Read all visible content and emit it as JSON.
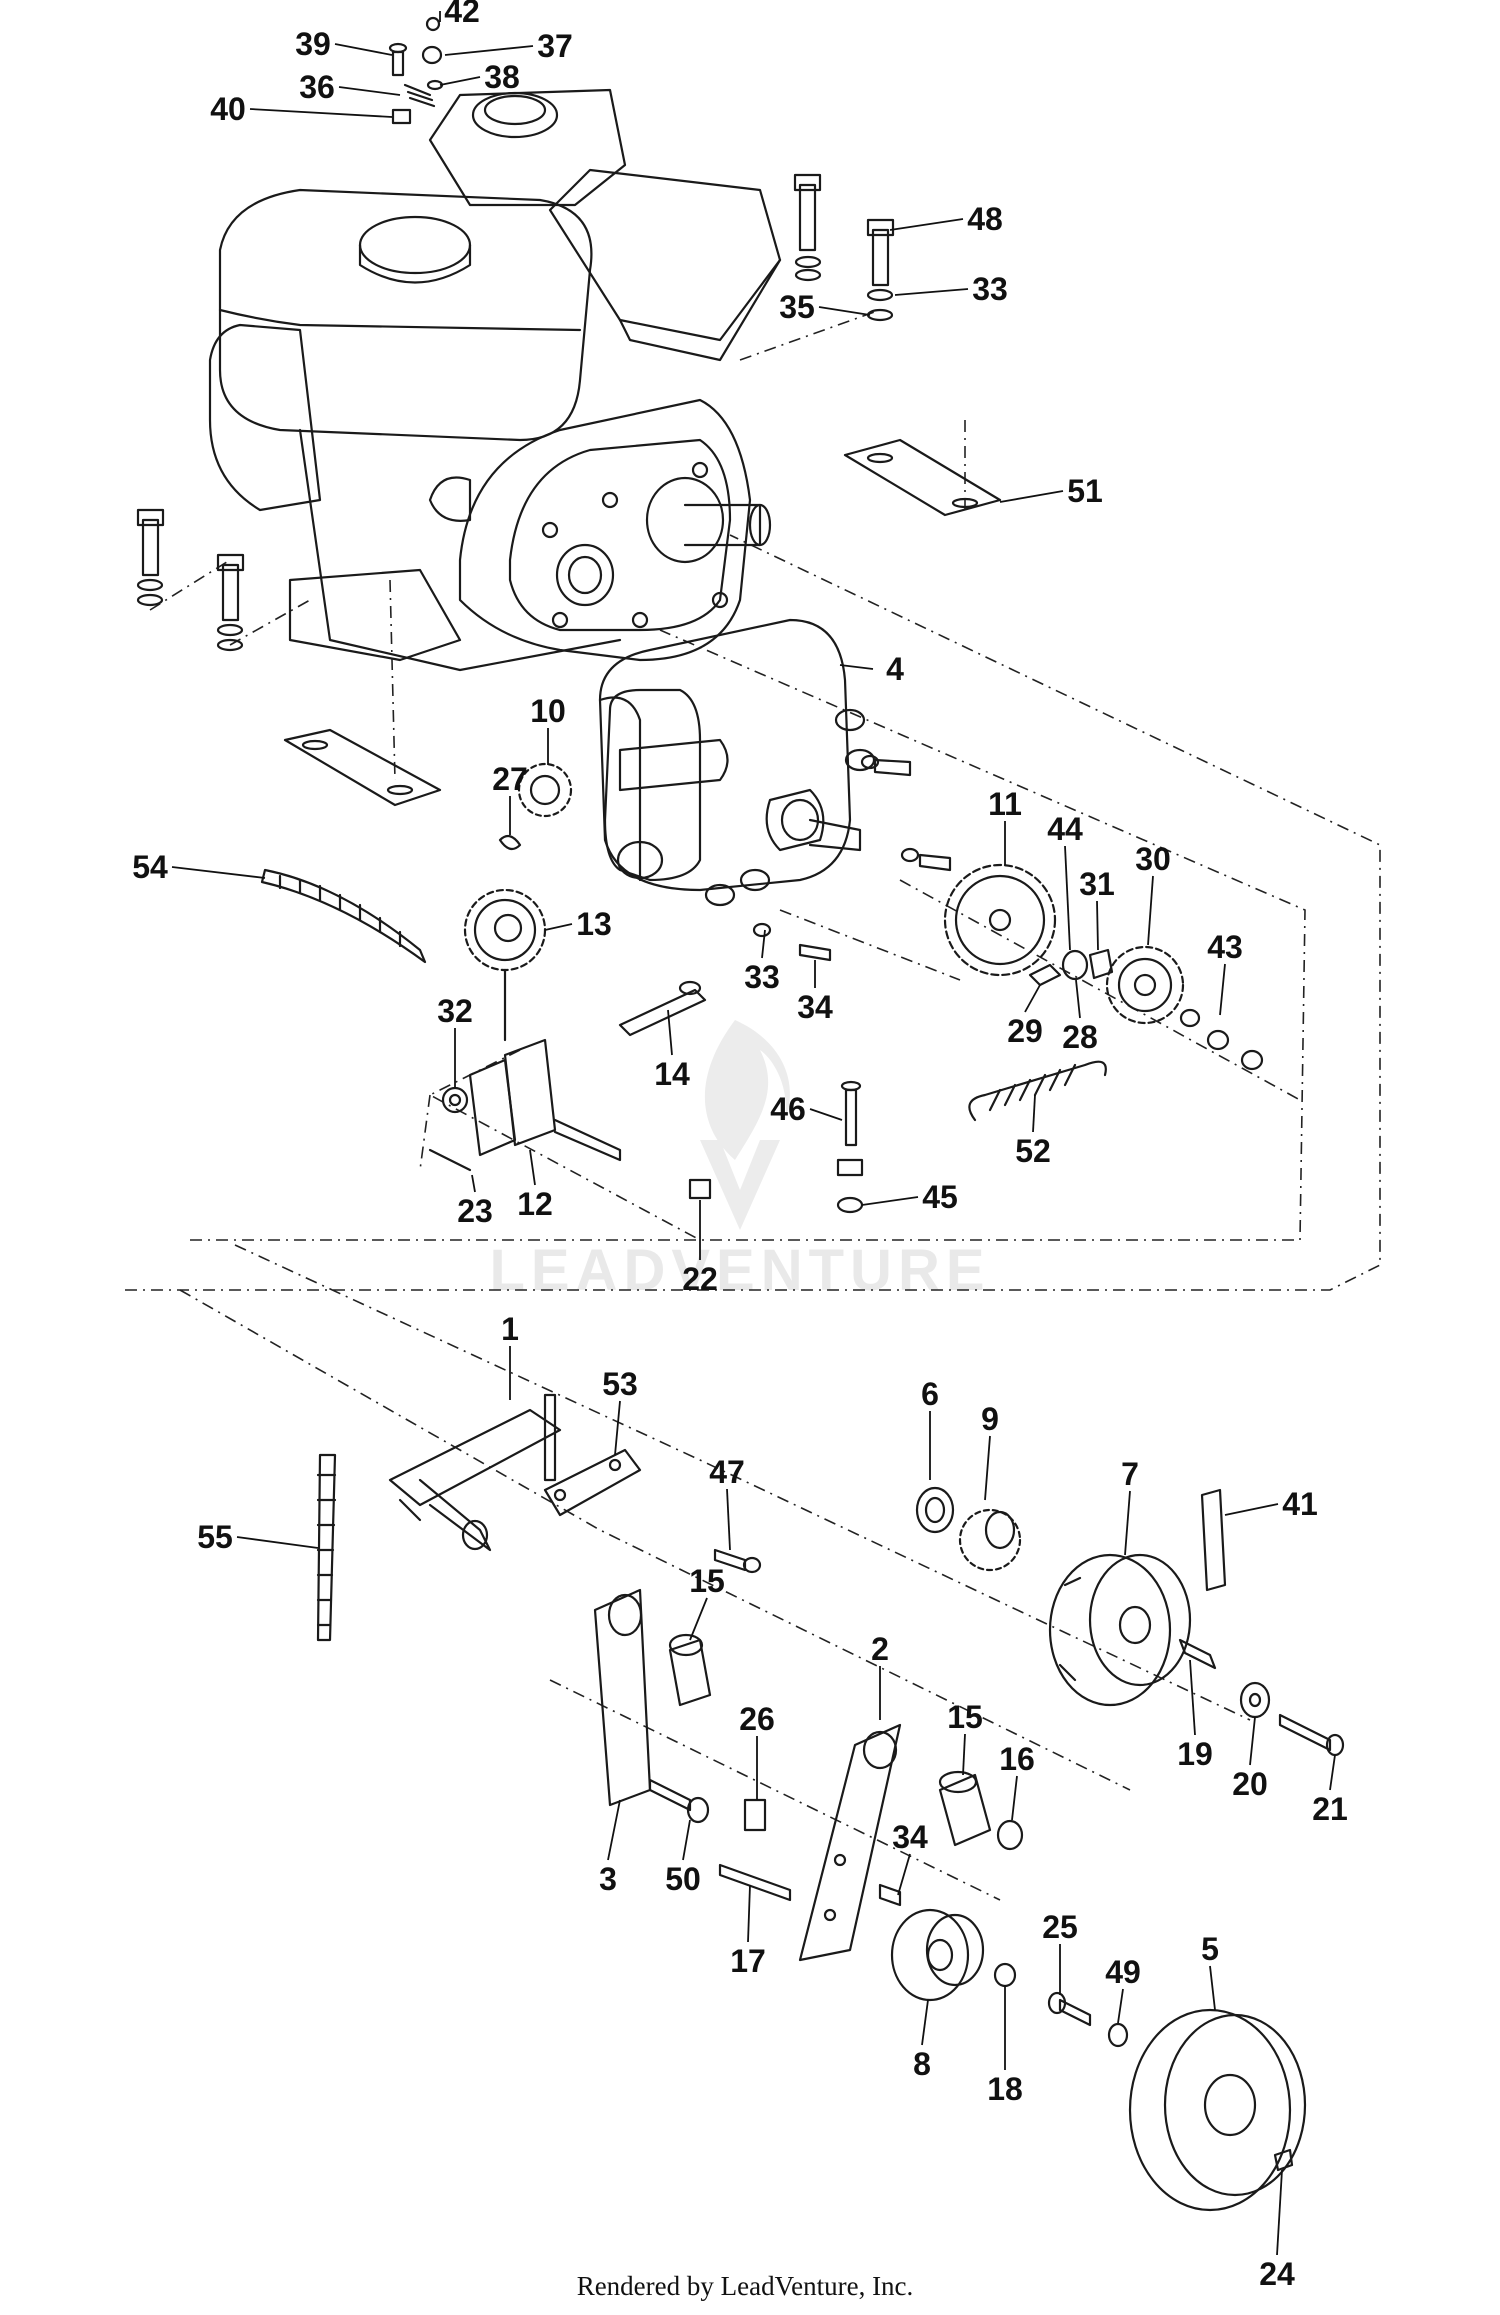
{
  "watermark": "LEADVENTURE",
  "footer": "Rendered by LeadVenture, Inc.",
  "callouts": [
    {
      "id": "1",
      "label": "1"
    },
    {
      "id": "2",
      "label": "2"
    },
    {
      "id": "3",
      "label": "3"
    },
    {
      "id": "4",
      "label": "4"
    },
    {
      "id": "5",
      "label": "5"
    },
    {
      "id": "6",
      "label": "6"
    },
    {
      "id": "7",
      "label": "7"
    },
    {
      "id": "8",
      "label": "8"
    },
    {
      "id": "9",
      "label": "9"
    },
    {
      "id": "10",
      "label": "10"
    },
    {
      "id": "11",
      "label": "11"
    },
    {
      "id": "12",
      "label": "12"
    },
    {
      "id": "13",
      "label": "13"
    },
    {
      "id": "14",
      "label": "14"
    },
    {
      "id": "15a",
      "label": "15"
    },
    {
      "id": "15b",
      "label": "15"
    },
    {
      "id": "16",
      "label": "16"
    },
    {
      "id": "17",
      "label": "17"
    },
    {
      "id": "18",
      "label": "18"
    },
    {
      "id": "19",
      "label": "19"
    },
    {
      "id": "20",
      "label": "20"
    },
    {
      "id": "21",
      "label": "21"
    },
    {
      "id": "22",
      "label": "22"
    },
    {
      "id": "23",
      "label": "23"
    },
    {
      "id": "24",
      "label": "24"
    },
    {
      "id": "25",
      "label": "25"
    },
    {
      "id": "26",
      "label": "26"
    },
    {
      "id": "27",
      "label": "27"
    },
    {
      "id": "28",
      "label": "28"
    },
    {
      "id": "29",
      "label": "29"
    },
    {
      "id": "30",
      "label": "30"
    },
    {
      "id": "31",
      "label": "31"
    },
    {
      "id": "32",
      "label": "32"
    },
    {
      "id": "33a",
      "label": "33"
    },
    {
      "id": "33b",
      "label": "33"
    },
    {
      "id": "34a",
      "label": "34"
    },
    {
      "id": "34b",
      "label": "34"
    },
    {
      "id": "35",
      "label": "35"
    },
    {
      "id": "36",
      "label": "36"
    },
    {
      "id": "37",
      "label": "37"
    },
    {
      "id": "38",
      "label": "38"
    },
    {
      "id": "39",
      "label": "39"
    },
    {
      "id": "40",
      "label": "40"
    },
    {
      "id": "41",
      "label": "41"
    },
    {
      "id": "42",
      "label": "42"
    },
    {
      "id": "43",
      "label": "43"
    },
    {
      "id": "44",
      "label": "44"
    },
    {
      "id": "45",
      "label": "45"
    },
    {
      "id": "46",
      "label": "46"
    },
    {
      "id": "47",
      "label": "47"
    },
    {
      "id": "48",
      "label": "48"
    },
    {
      "id": "49",
      "label": "49"
    },
    {
      "id": "50",
      "label": "50"
    },
    {
      "id": "51",
      "label": "51"
    },
    {
      "id": "52",
      "label": "52"
    },
    {
      "id": "53",
      "label": "53"
    },
    {
      "id": "54",
      "label": "54"
    },
    {
      "id": "55",
      "label": "55"
    }
  ]
}
